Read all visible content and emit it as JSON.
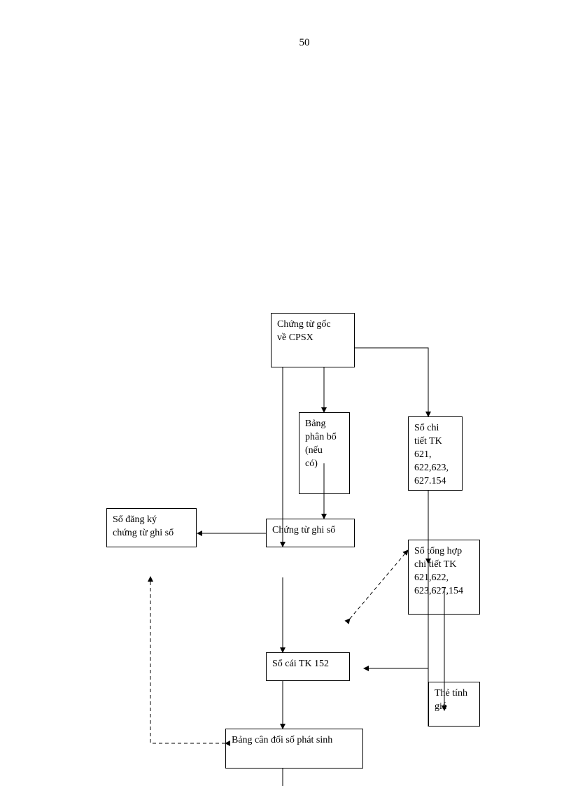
{
  "page_number": "50",
  "diagram": {
    "nodes": {
      "chung_tu_goc": "Chứng từ gốc\nvề CPSX",
      "bang_phan_bo": "Bảng\nphân bổ\n(nếu\ncó)",
      "so_chi_tiet": "Sổ chi\ntiết TK\n621,\n622,623,\n627.154",
      "so_dang_ky": "Sổ đăng ký\nchứng từ ghi sổ",
      "chung_tu_ghi_so": "Chứng từ ghi sổ",
      "so_tong_hop": "Sổ tổng hợp\nchi tiết TK\n621,622,\n623,627,154",
      "so_cai": "Sổ cái TK 152",
      "the_tinh_gia": "Thẻ tính\ngiá",
      "bang_can_doi": "Bảng cân đối số phát sinh"
    }
  }
}
